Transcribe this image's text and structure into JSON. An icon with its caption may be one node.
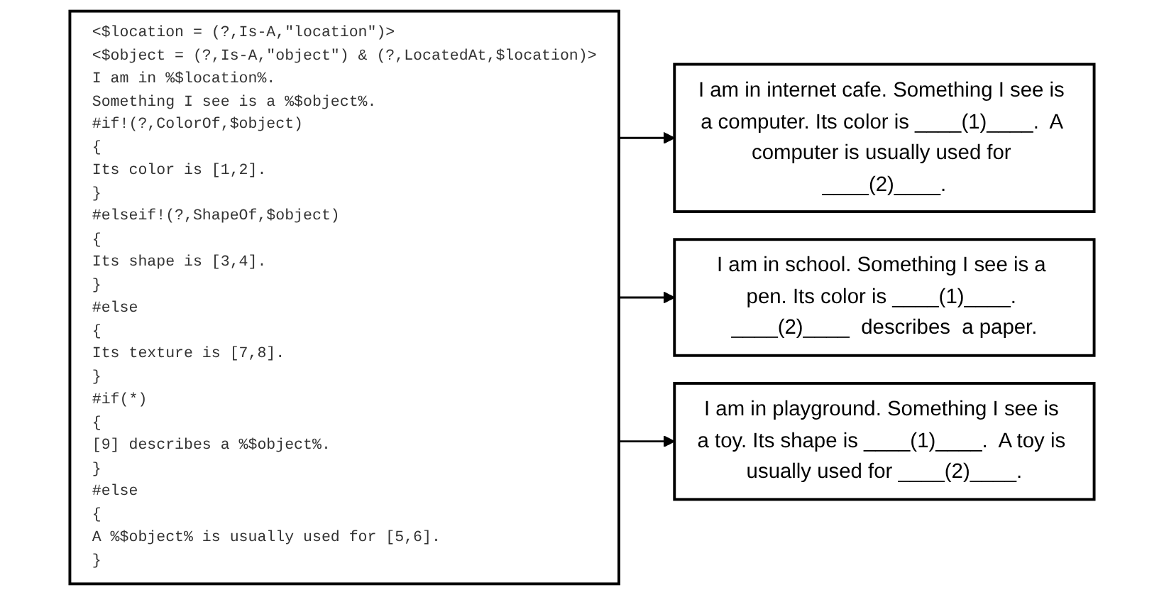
{
  "diagram": {
    "nodes": [
      {
        "text": [
          "<$location = (?,Is-A,\"location\")>",
          "<$object = (?,Is-A,\"object\") & (?,LocatedAt,$location)>",
          "I am in %$location%.",
          "Something I see is a %$object%.",
          "#if!(?,ColorOf,$object)",
          "{",
          "Its color is [1,2].",
          "}",
          "#elseif!(?,ShapeOf,$object)",
          "{",
          "Its shape is [3,4].",
          "}",
          "#else",
          "{",
          "Its texture is [7,8].",
          "}",
          "#if(*)",
          "{",
          "[9] describes a %$object%.",
          "}",
          "#else",
          "{",
          "A %$object% is usually used for [5,6].",
          "}"
        ]
      },
      {
        "text": [
          "I am in internet cafe. Something I see is a computer. Its color is ____(1)____.  A computer is usually used for ____(2)____."
        ]
      },
      {
        "text": [
          "I am in school. Something I see is a pen. Its color is ____(1)____. ____(2)____  describes  a paper."
        ]
      },
      {
        "text": [
          "I am in playground. Something I see is a toy. Its shape is ____(1)____.  A toy is usually used for ____(2)____."
        ]
      }
    ],
    "edges": [
      {
        "from": 0,
        "to": 1,
        "arrow": "to"
      },
      {
        "from": 0,
        "to": 2,
        "arrow": "to"
      },
      {
        "from": 0,
        "to": 3,
        "arrow": "to"
      }
    ]
  }
}
